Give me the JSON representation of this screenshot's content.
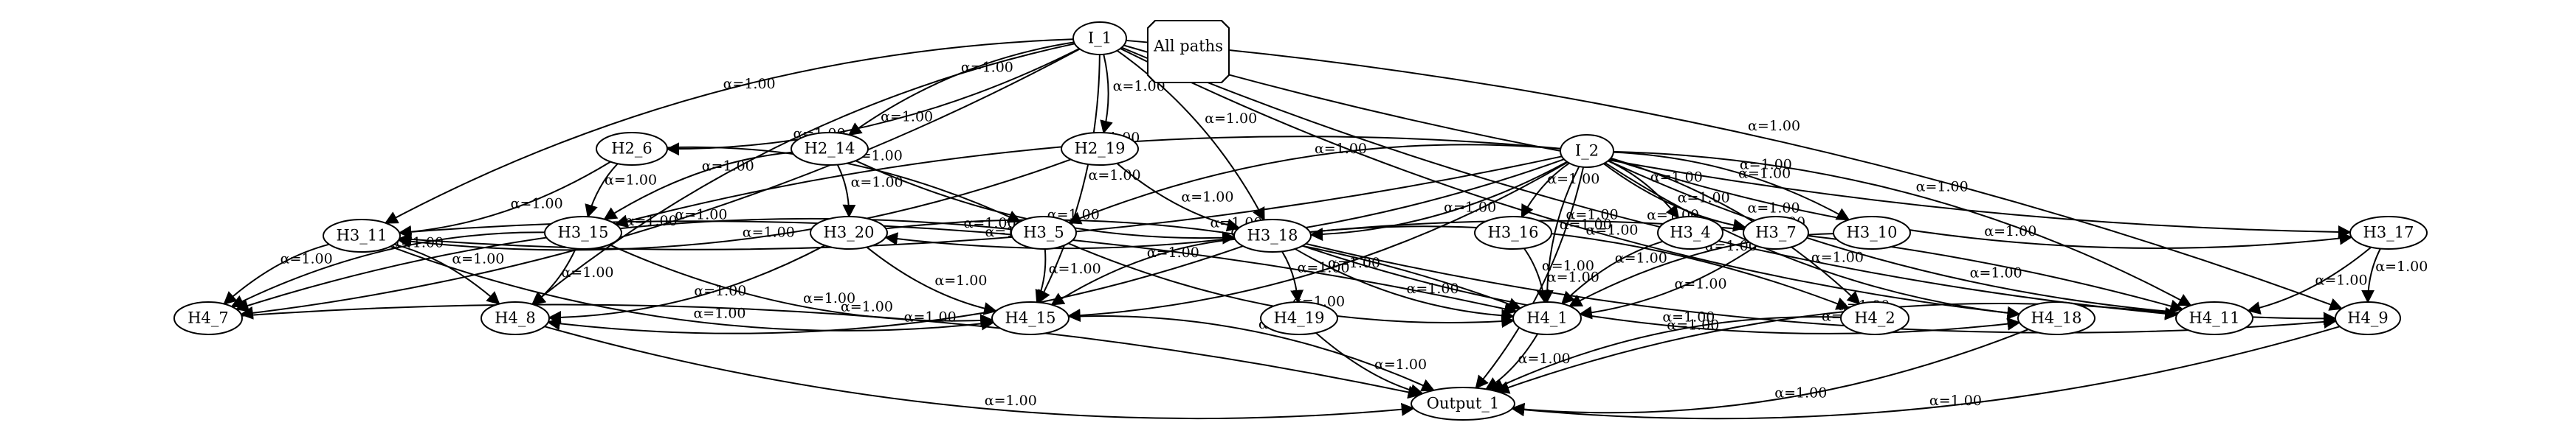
{
  "graph": {
    "legend_label": "All paths",
    "nodes": [
      {
        "id": "I_1",
        "label": "I_1"
      },
      {
        "id": "I_2",
        "label": "I_2"
      },
      {
        "id": "H2_6",
        "label": "H2_6"
      },
      {
        "id": "H2_14",
        "label": "H2_14"
      },
      {
        "id": "H2_19",
        "label": "H2_19"
      },
      {
        "id": "H3_11",
        "label": "H3_11"
      },
      {
        "id": "H3_15",
        "label": "H3_15"
      },
      {
        "id": "H3_20",
        "label": "H3_20"
      },
      {
        "id": "H3_5",
        "label": "H3_5"
      },
      {
        "id": "H3_18",
        "label": "H3_18"
      },
      {
        "id": "H3_16",
        "label": "H3_16"
      },
      {
        "id": "H3_4",
        "label": "H3_4"
      },
      {
        "id": "H3_7",
        "label": "H3_7"
      },
      {
        "id": "H3_10",
        "label": "H3_10"
      },
      {
        "id": "H3_17",
        "label": "H3_17"
      },
      {
        "id": "H4_7",
        "label": "H4_7"
      },
      {
        "id": "H4_8",
        "label": "H4_8"
      },
      {
        "id": "H4_15",
        "label": "H4_15"
      },
      {
        "id": "H4_19",
        "label": "H4_19"
      },
      {
        "id": "H4_1",
        "label": "H4_1"
      },
      {
        "id": "H4_2",
        "label": "H4_2"
      },
      {
        "id": "H4_18",
        "label": "H4_18"
      },
      {
        "id": "H4_11",
        "label": "H4_11"
      },
      {
        "id": "H4_9",
        "label": "H4_9"
      },
      {
        "id": "Output_1",
        "label": "Output_1"
      }
    ],
    "edges": [
      {
        "from": "I_1",
        "to": "H2_6",
        "label": "α=1.00"
      },
      {
        "from": "I_1",
        "to": "H2_14",
        "label": "α=1.00"
      },
      {
        "from": "I_1",
        "to": "H2_19",
        "label": "α=1.00"
      },
      {
        "from": "I_1",
        "to": "H3_11",
        "label": "α=1.00"
      },
      {
        "from": "I_1",
        "to": "H3_18",
        "label": "α=1.00"
      },
      {
        "from": "I_1",
        "to": "H3_17",
        "label": "α=1.00"
      },
      {
        "from": "I_1",
        "to": "H4_7",
        "label": "α=1.00"
      },
      {
        "from": "I_1",
        "to": "H4_8",
        "label": "α=1.00"
      },
      {
        "from": "I_1",
        "to": "H4_15",
        "label": "α=1.00"
      },
      {
        "from": "I_1",
        "to": "H4_11",
        "label": "α=1.00"
      },
      {
        "from": "I_1",
        "to": "H4_9",
        "label": "α=1.00"
      },
      {
        "from": "I_1",
        "to": "H4_18",
        "label": "α=1.00"
      },
      {
        "from": "H2_6",
        "to": "H3_11",
        "label": "α=1.00"
      },
      {
        "from": "H2_6",
        "to": "H3_15",
        "label": "α=1.00"
      },
      {
        "from": "H2_6",
        "to": "H3_5",
        "label": "α=1.00"
      },
      {
        "from": "H2_14",
        "to": "H3_15",
        "label": "α=1.00"
      },
      {
        "from": "H2_14",
        "to": "H3_20",
        "label": "α=1.00"
      },
      {
        "from": "H2_14",
        "to": "H3_18",
        "label": "α=1.00"
      },
      {
        "from": "H2_19",
        "to": "H3_11",
        "label": "α=1.00"
      },
      {
        "from": "H2_19",
        "to": "H3_18",
        "label": "α=1.00"
      },
      {
        "from": "I_2",
        "to": "H3_11",
        "label": "α=1.00"
      },
      {
        "from": "I_2",
        "to": "H3_15",
        "label": "α=1.00"
      },
      {
        "from": "I_2",
        "to": "H3_20",
        "label": "α=1.00"
      },
      {
        "from": "I_2",
        "to": "H3_5",
        "label": "α=1.00"
      },
      {
        "from": "I_2",
        "to": "H3_18",
        "label": "α=1.00"
      },
      {
        "from": "I_2",
        "to": "H3_16",
        "label": "α=1.00"
      },
      {
        "from": "I_2",
        "to": "H3_4",
        "label": "α=1.00"
      },
      {
        "from": "I_2",
        "to": "H3_7",
        "label": "α=1.00"
      },
      {
        "from": "I_2",
        "to": "H3_10",
        "label": "α=1.00"
      },
      {
        "from": "I_2",
        "to": "H3_17",
        "label": "α=1.00"
      },
      {
        "from": "I_2",
        "to": "H4_15",
        "label": "α=1.00"
      },
      {
        "from": "I_2",
        "to": "H4_1",
        "label": "α=1.00"
      },
      {
        "from": "I_2",
        "to": "H4_2",
        "label": "α=1.00"
      },
      {
        "from": "I_2",
        "to": "H4_18",
        "label": "α=1.00"
      },
      {
        "from": "I_2",
        "to": "H4_11",
        "label": "α=1.00"
      },
      {
        "from": "I_2",
        "to": "H4_9",
        "label": "α=1.00"
      },
      {
        "from": "I_2",
        "to": "Output_1",
        "label": "α=1.00"
      },
      {
        "from": "H3_11",
        "to": "H4_7",
        "label": "α=1.00"
      },
      {
        "from": "H3_11",
        "to": "H4_8",
        "label": "α=1.00"
      },
      {
        "from": "H3_11",
        "to": "H4_15",
        "label": "α=1.00"
      },
      {
        "from": "H3_11",
        "to": "H4_1",
        "label": "α=1.00"
      },
      {
        "from": "H3_15",
        "to": "H4_7",
        "label": "α=1.00"
      },
      {
        "from": "H3_15",
        "to": "H4_8",
        "label": "α=1.00"
      },
      {
        "from": "H3_15",
        "to": "H4_15",
        "label": "α=1.00"
      },
      {
        "from": "H3_20",
        "to": "H4_8",
        "label": "α=1.00"
      },
      {
        "from": "H3_20",
        "to": "H4_15",
        "label": "α=1.00"
      },
      {
        "from": "H3_20",
        "to": "H4_1",
        "label": "α=1.00"
      },
      {
        "from": "H3_5",
        "to": "H4_7",
        "label": "α=1.00"
      },
      {
        "from": "H3_5",
        "to": "H4_15",
        "label": "α=1.00"
      },
      {
        "from": "H3_5",
        "to": "H4_1",
        "label": "α=1.00"
      },
      {
        "from": "H3_18",
        "to": "H4_8",
        "label": "α=1.00"
      },
      {
        "from": "H3_18",
        "to": "H4_15",
        "label": "α=1.00"
      },
      {
        "from": "H3_18",
        "to": "H4_19",
        "label": "α=1.00"
      },
      {
        "from": "H3_18",
        "to": "H4_1",
        "label": "α=1.00"
      },
      {
        "from": "H3_18",
        "to": "H4_2",
        "label": "α=1.00"
      },
      {
        "from": "H3_18",
        "to": "H4_18",
        "label": "α=1.00"
      },
      {
        "from": "H3_18",
        "to": "H4_11",
        "label": "α=1.00"
      },
      {
        "from": "H3_18",
        "to": "H4_9",
        "label": "α=1.00"
      },
      {
        "from": "H3_16",
        "to": "H4_1",
        "label": "α=1.00"
      },
      {
        "from": "H3_4",
        "to": "H4_1",
        "label": "α=1.00"
      },
      {
        "from": "H3_7",
        "to": "H4_1",
        "label": "α=1.00"
      },
      {
        "from": "H3_10",
        "to": "H4_1",
        "label": "α=1.00"
      },
      {
        "from": "H3_17",
        "to": "H4_11",
        "label": "α=1.00"
      },
      {
        "from": "H3_17",
        "to": "H4_9",
        "label": "α=1.00"
      },
      {
        "from": "H4_7",
        "to": "Output_1",
        "label": "α=1.00"
      },
      {
        "from": "H4_8",
        "to": "Output_1",
        "label": "α=1.00"
      },
      {
        "from": "H4_15",
        "to": "Output_1",
        "label": "α=1.00"
      },
      {
        "from": "H4_19",
        "to": "Output_1",
        "label": "α=1.00"
      },
      {
        "from": "H4_1",
        "to": "Output_1",
        "label": "α=1.00"
      },
      {
        "from": "H4_2",
        "to": "Output_1",
        "label": "α=1.00"
      },
      {
        "from": "H4_18",
        "to": "Output_1",
        "label": "α=1.00"
      },
      {
        "from": "H4_11",
        "to": "Output_1",
        "label": "α=1.00"
      },
      {
        "from": "H4_9",
        "to": "Output_1",
        "label": "α=1.00"
      }
    ]
  }
}
